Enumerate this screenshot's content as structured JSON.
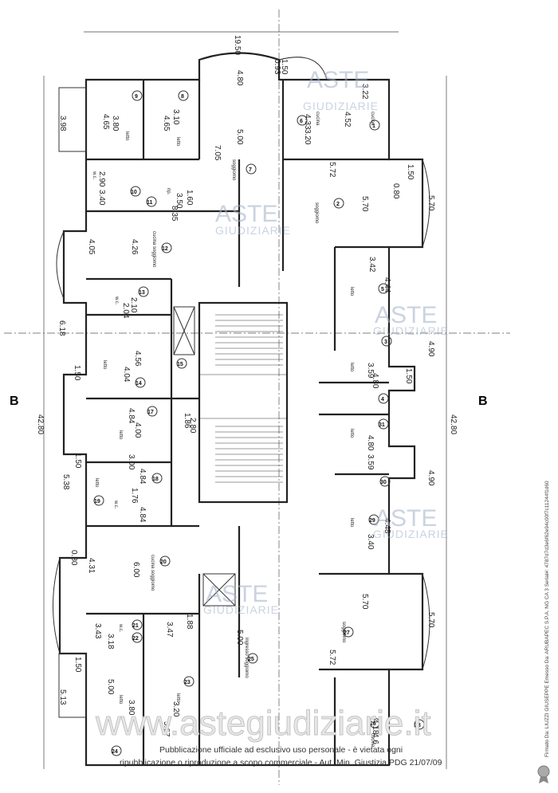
{
  "watermark": {
    "brand_line1": "ASTE",
    "brand_line2": "GIUDIZIARIE",
    "site": "www.astegiudiziarie.it"
  },
  "notice": {
    "line1": "Pubblicazione ufficiale ad esclusivo uso personale - è vietata ogni",
    "line2": "ripubblicazione o riproduzione a scopo commerciale - Aut. Min. Giustizia PDG 21/07/09"
  },
  "signature": "Firmato Da: LIUZZI GIUSEPPE Emesso Da: ARUBAPEC S.P.A. NG CA 3 Serial#: 4787d7d3e6f62e94c00f7c11244f1d60",
  "section_labels": {
    "right": "B",
    "left": "B"
  },
  "overall_dims": {
    "top": "19.50",
    "left": "42.80",
    "right": "42.80"
  },
  "dims": {
    "d_480": "4.80",
    "d_093": "0.93",
    "d_150a": "1.50",
    "d_322": "3.22",
    "d_452": "4.52",
    "d_398": "3.98",
    "d_380": "3.80",
    "d_465": "4.65",
    "d_310": "3.10",
    "d_465b": "4.65",
    "d_500": "5.00",
    "d_705": "7.05",
    "d_433": "4.33",
    "d_320": "3.20",
    "d_572": "5.72",
    "d_570": "5.70",
    "d_570b": "5.70",
    "d_150b": "1.50",
    "d_080": "0.80",
    "d_290": "2.90",
    "d_340": "3.40",
    "d_160": "1.60",
    "d_350": "3.50",
    "d_835": "8.35",
    "d_405": "4.05",
    "d_426": "4.26",
    "d_342": "3.42",
    "d_444": "4.44",
    "d_210": "2.10",
    "d_204": "2.04",
    "d_618": "6.18",
    "d_456": "4.56",
    "d_404": "4.04",
    "d_150c": "1.50",
    "d_359": "3.59",
    "d_480b": "4.80",
    "d_490": "4.90",
    "d_150d": "1.50",
    "d_484": "4.84",
    "d_400": "4.00",
    "d_186": "1.86",
    "d_280": "2.80",
    "d_300": "3.00",
    "d_484b": "4.84",
    "d_176": "1.76",
    "d_484c": "4.84",
    "d_538": "5.38",
    "d_150e": "1.50",
    "d_480c": "4.80",
    "d_359b": "3.59",
    "d_490b": "4.90",
    "d_448": "4.48",
    "d_340b": "3.40",
    "d_431": "4.31",
    "d_600": "6.00",
    "d_080b": "0.80",
    "d_343": "3.43",
    "d_347": "3.47",
    "d_318": "3.18",
    "d_188": "1.88",
    "d_570c": "5.70",
    "d_572b": "5.72",
    "d_500b": "5.00",
    "d_570d": "5.70",
    "d_500c": "5.00",
    "d_380b": "3.80",
    "d_320b": "3.20",
    "d_567": "5.67",
    "d_513": "5.13",
    "d_150f": "1.50",
    "d_418": "4.18",
    "d_46": "4.6"
  },
  "rooms": {
    "r1": "1",
    "r2": "2",
    "r3": "3",
    "r4": "4",
    "r5": "5",
    "r6": "6",
    "r7": "7",
    "r8": "8",
    "r9": "9",
    "r10": "10",
    "r11": "11",
    "r12": "12",
    "r13": "13",
    "r14": "14",
    "r15": "15",
    "r17": "17",
    "r18": "18",
    "r19": "19",
    "r20": "20",
    "r21": "21",
    "r22": "22",
    "r23": "23",
    "r24": "24",
    "r25": "25",
    "r26": "26",
    "r27": "27",
    "r28": "28",
    "r29": "29",
    "r30": "30",
    "r31": "31"
  },
  "room_names": {
    "letto": "letto",
    "cucina": "cucina",
    "soggiorno": "soggiorno",
    "wc": "w.c.",
    "rip": "rip.",
    "cucina_sogg": "cucina soggiorno",
    "ingresso_sogg": "ingresso soggiorno"
  }
}
